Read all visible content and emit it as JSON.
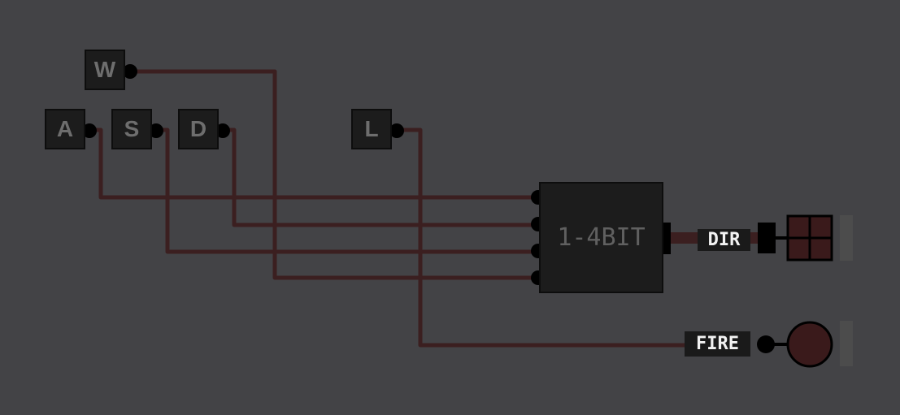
{
  "inputs": {
    "w": "W",
    "a": "A",
    "s": "S",
    "d": "D",
    "l": "L"
  },
  "chip": {
    "label": "1-4BIT"
  },
  "outputs": {
    "dir": "DIR",
    "fire": "FIRE"
  },
  "colors": {
    "background": "#434346",
    "wire": "#3b1f20",
    "component": "#1c1c1c",
    "display": "#3a1a1b"
  }
}
